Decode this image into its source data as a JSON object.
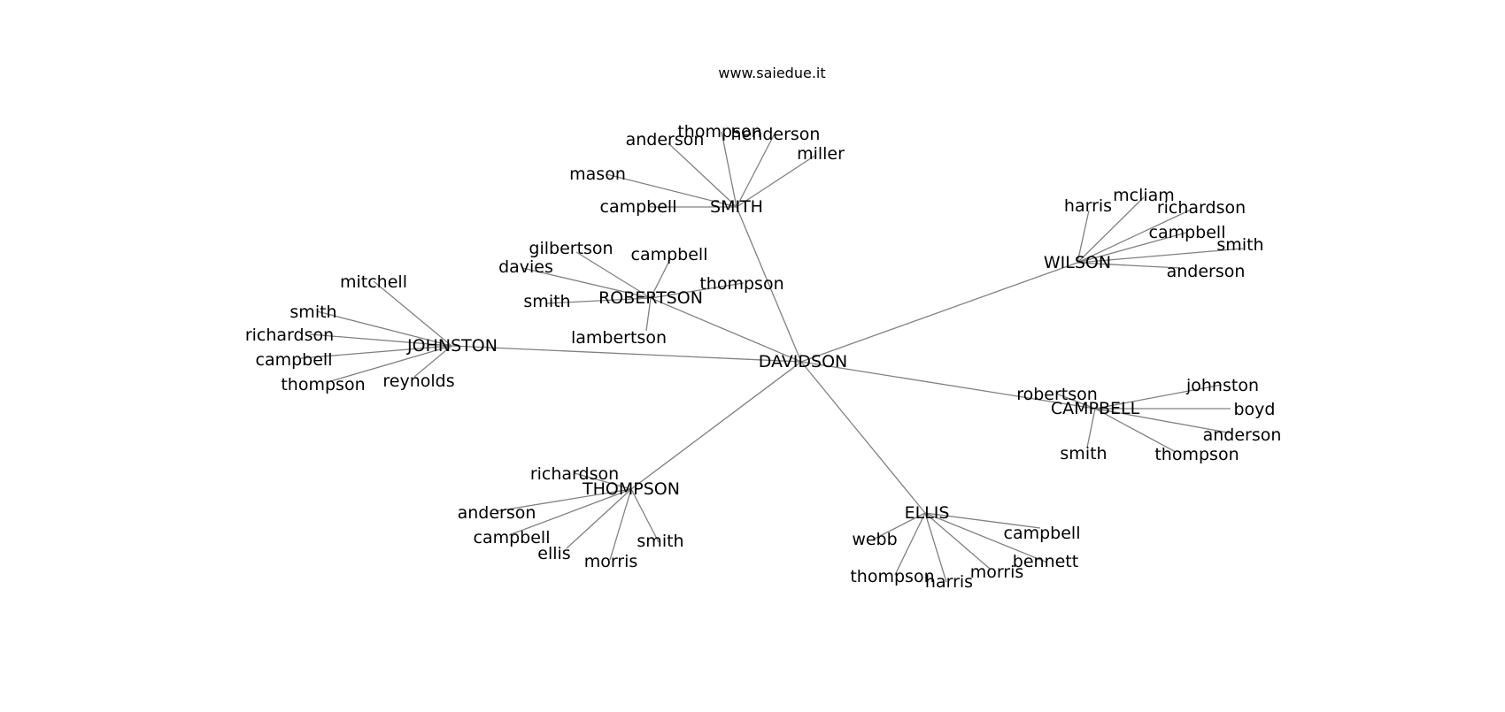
{
  "credit": "www.saiedue.it",
  "colors": {
    "edge": "#808080",
    "text": "#000000",
    "background": "#ffffff"
  },
  "root": "DAVIDSON",
  "groups": [
    {
      "hub": "SMITH",
      "leaves": [
        "anderson",
        "thompson",
        "henderson",
        "miller",
        "mason",
        "campbell"
      ]
    },
    {
      "hub": "ROBERTSON",
      "leaves": [
        "gilbertson",
        "campbell",
        "davies",
        "thompson",
        "smith",
        "lambertson"
      ]
    },
    {
      "hub": "WILSON",
      "leaves": [
        "harris",
        "mcliam",
        "richardson",
        "campbell",
        "smith",
        "anderson"
      ]
    },
    {
      "hub": "JOHNSTON",
      "leaves": [
        "mitchell",
        "smith",
        "richardson",
        "campbell",
        "thompson",
        "reynolds"
      ]
    },
    {
      "hub": "CAMPBELL",
      "leaves": [
        "robertson",
        "johnston",
        "boyd",
        "anderson",
        "smith",
        "thompson"
      ]
    },
    {
      "hub": "THOMPSON",
      "leaves": [
        "richardson",
        "anderson",
        "campbell",
        "ellis",
        "morris",
        "smith"
      ]
    },
    {
      "hub": "ELLIS",
      "leaves": [
        "webb",
        "campbell",
        "bennett",
        "thompson",
        "harris",
        "morris"
      ]
    }
  ]
}
